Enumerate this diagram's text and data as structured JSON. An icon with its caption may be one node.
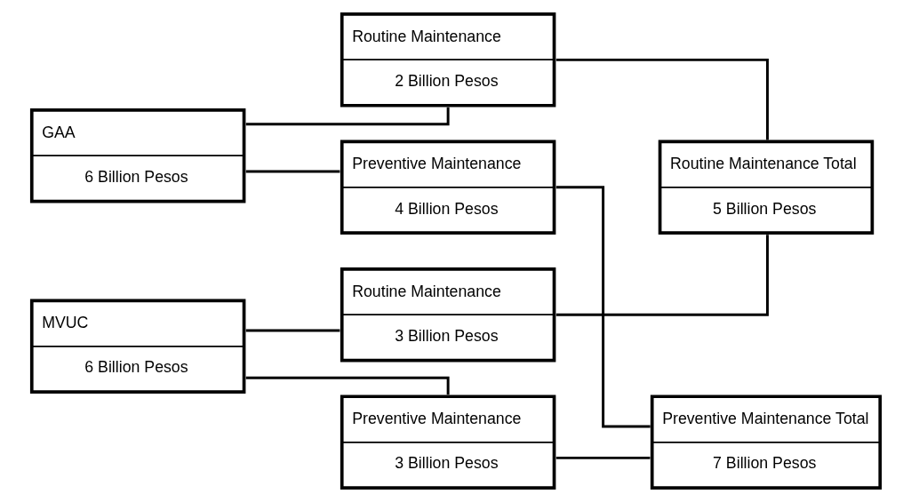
{
  "diagram": {
    "nodes": [
      {
        "text": [
          "GAA",
          "6 Billion Pesos"
        ]
      },
      {
        "text": [
          "Routine Maintenance",
          "2 Billion Pesos"
        ]
      },
      {
        "text": [
          "Preventive Maintenance",
          "4 Billion Pesos"
        ]
      },
      {
        "text": [
          "MVUC",
          "6 Billion Pesos"
        ]
      },
      {
        "text": [
          "Routine Maintenance",
          "3 Billion Pesos"
        ]
      },
      {
        "text": [
          "Preventive Maintenance",
          "3 Billion Pesos"
        ]
      },
      {
        "text": [
          "Routine Maintenance Total",
          "5 Billion Pesos"
        ]
      },
      {
        "text": [
          "Preventive Maintenance Total",
          "7 Billion Pesos"
        ]
      }
    ],
    "edges": [
      {
        "from": 0,
        "to": 1,
        "arrow": "none"
      },
      {
        "from": 0,
        "to": 2,
        "arrow": "none"
      },
      {
        "from": 3,
        "to": 4,
        "arrow": "none"
      },
      {
        "from": 3,
        "to": 5,
        "arrow": "none"
      },
      {
        "from": 1,
        "to": 6,
        "arrow": "none"
      },
      {
        "from": 4,
        "to": 6,
        "arrow": "none"
      },
      {
        "from": 2,
        "to": 7,
        "arrow": "none"
      },
      {
        "from": 5,
        "to": 7,
        "arrow": "none"
      }
    ]
  }
}
